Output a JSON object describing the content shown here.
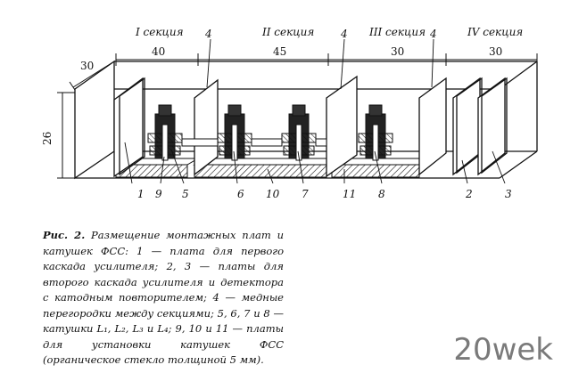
{
  "sections": [
    "I секция",
    "II секция",
    "III секция",
    "IV секция"
  ],
  "dimensions": {
    "depth": "30",
    "height": "26",
    "s1": "40",
    "s2": "45",
    "s3": "30",
    "s4": "30"
  },
  "callouts": [
    "4",
    "4",
    "4",
    "4",
    "1",
    "9",
    "5",
    "6",
    "10",
    "7",
    "11",
    "8",
    "2",
    "3"
  ],
  "caption": {
    "title": "Рис. 2.",
    "text": "Размещение монтажных плат и катушек ФСС: 1 — плата для первого каскада усилителя; 2, 3 — платы для второго каскада усилителя и детектора с катодным повторителем; 4 — медные перегородки между секциями; 5, 6, 7 и 8 — катушки L₁, L₂, L₃ и L₄; 9, 10 и 11 — платы для установки катушек ФСС (органическое стекло толщиной 5 мм)."
  },
  "watermark": "20wek"
}
